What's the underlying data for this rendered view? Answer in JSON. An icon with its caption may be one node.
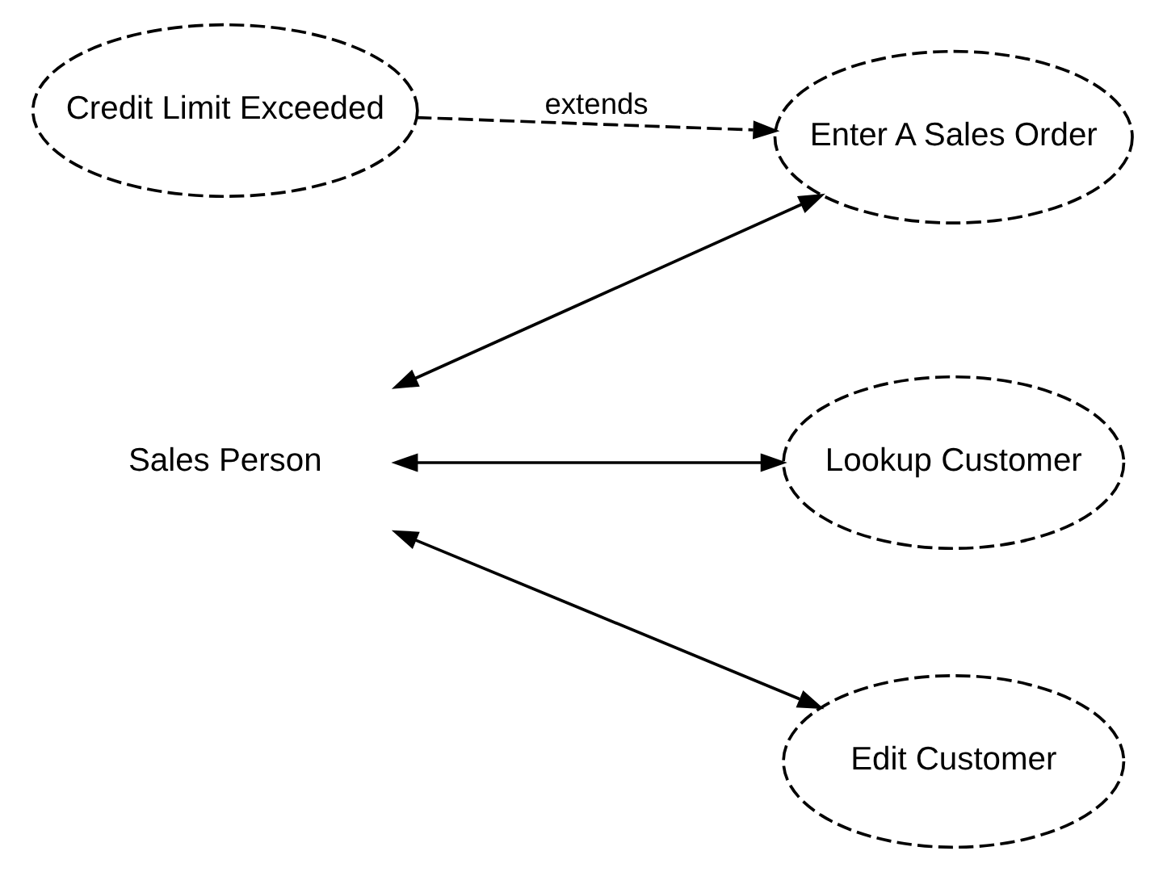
{
  "diagram": {
    "nodes": [
      {
        "text": [
          "Sales Person"
        ]
      },
      {
        "text": [
          "Enter A Sales Order"
        ]
      },
      {
        "text": [
          "Credit Limit Exceeded"
        ]
      },
      {
        "text": [
          "Lookup Customer"
        ]
      },
      {
        "text": [
          "Edit Customer"
        ]
      }
    ],
    "edges": [
      {
        "from": 0,
        "to": 1,
        "arrow": "both"
      },
      {
        "from": 0,
        "to": 3,
        "arrow": "both"
      },
      {
        "from": 0,
        "to": 4,
        "arrow": "both"
      },
      {
        "from": 2,
        "to": 1,
        "arrow": "to",
        "label": "extends",
        "style": "dashed"
      }
    ]
  }
}
